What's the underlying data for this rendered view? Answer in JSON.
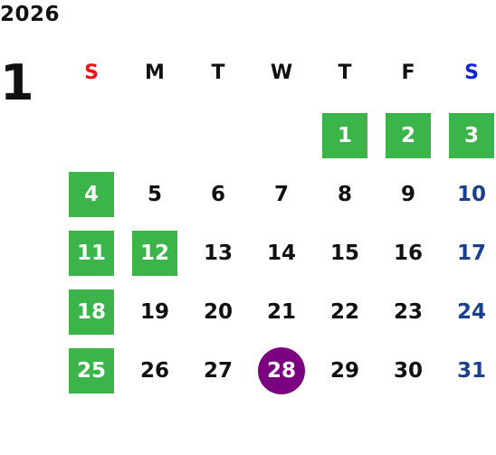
{
  "year": "2026",
  "month": "1",
  "colors": {
    "sunday_header": "#e8141a",
    "saturday_header": "#1024d8",
    "saturday_date": "#1a3f8f",
    "default": "#111111",
    "green_highlight": "#3bb54a",
    "purple_highlight": "#7a0080"
  },
  "weekdays": [
    "S",
    "M",
    "T",
    "W",
    "T",
    "F",
    "S"
  ],
  "weeks": [
    [
      null,
      null,
      null,
      null,
      {
        "day": "1",
        "hl": "green"
      },
      {
        "day": "2",
        "hl": "green"
      },
      {
        "day": "3",
        "hl": "green"
      }
    ],
    [
      {
        "day": "4",
        "hl": "green"
      },
      {
        "day": "5"
      },
      {
        "day": "6"
      },
      {
        "day": "7"
      },
      {
        "day": "8"
      },
      {
        "day": "9"
      },
      {
        "day": "10"
      }
    ],
    [
      {
        "day": "11",
        "hl": "green"
      },
      {
        "day": "12",
        "hl": "green"
      },
      {
        "day": "13"
      },
      {
        "day": "14"
      },
      {
        "day": "15"
      },
      {
        "day": "16"
      },
      {
        "day": "17"
      }
    ],
    [
      {
        "day": "18",
        "hl": "green"
      },
      {
        "day": "19"
      },
      {
        "day": "20"
      },
      {
        "day": "21"
      },
      {
        "day": "22"
      },
      {
        "day": "23"
      },
      {
        "day": "24"
      }
    ],
    [
      {
        "day": "25",
        "hl": "green"
      },
      {
        "day": "26"
      },
      {
        "day": "27"
      },
      {
        "day": "28",
        "hl": "purple"
      },
      {
        "day": "29"
      },
      {
        "day": "30"
      },
      {
        "day": "31"
      }
    ]
  ]
}
